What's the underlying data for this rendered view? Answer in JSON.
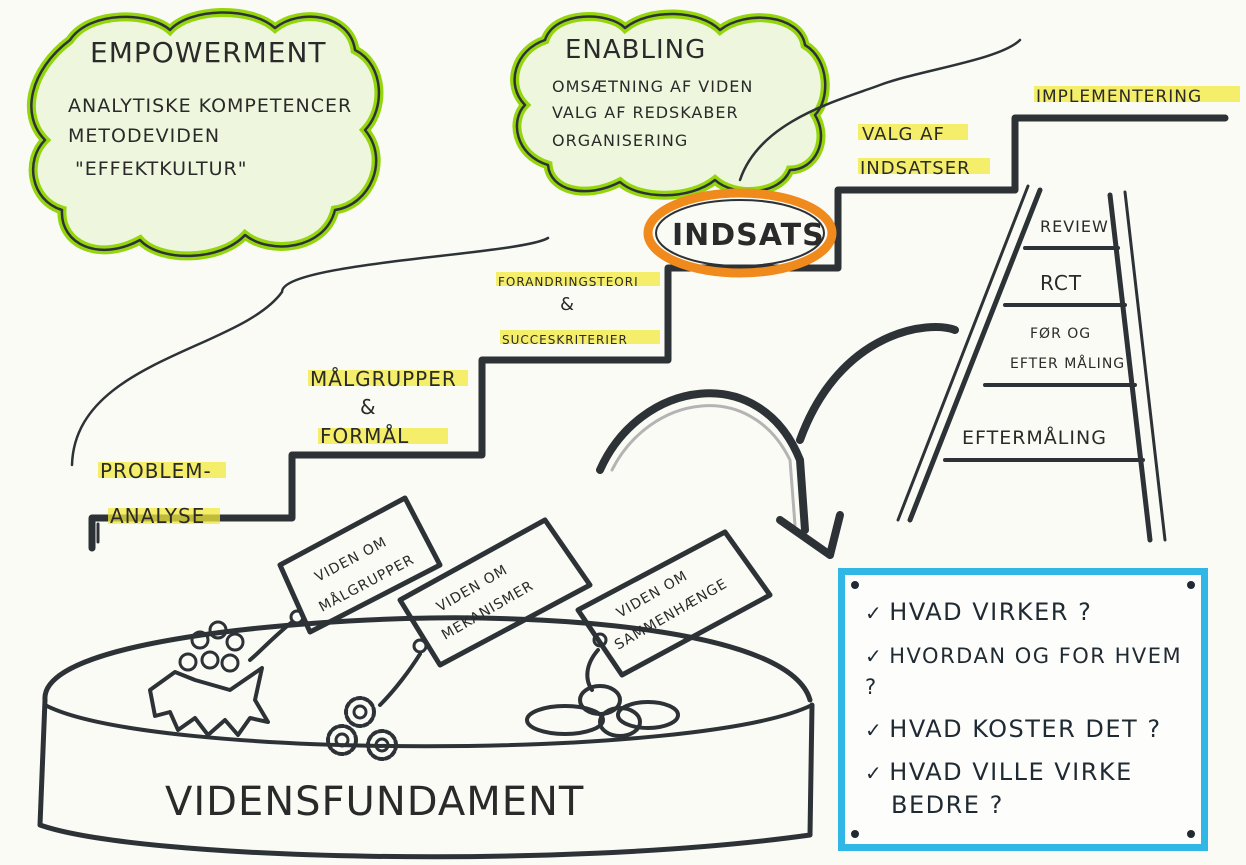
{
  "clouds": {
    "empowerment": {
      "title": "EMPOWERMENT",
      "lines": [
        "ANALYTISKE KOMPETENCER",
        "METODEVIDEN",
        "\"EFFEKTKULTUR\""
      ]
    },
    "enabling": {
      "title": "ENABLING",
      "lines": [
        "OMSÆTNING AF VIDEN",
        "VALG AF REDSKABER",
        "ORGANISERING"
      ]
    }
  },
  "steps": {
    "problem": [
      "PROBLEM-",
      "ANALYSE"
    ],
    "maalgrupper": [
      "MÅLGRUPPER",
      "&",
      "FORMÅL"
    ],
    "forandring": [
      "FORANDRINGSTEORI",
      "&",
      "SUCCESKRITERIER"
    ],
    "valg": [
      "VALG AF",
      "INDSATSER"
    ],
    "implementering": "IMPLEMENTERING"
  },
  "indsats": "INDSATS",
  "ladder": [
    "REVIEW",
    "RCT",
    "FØR OG",
    "EFTER MÅLING",
    "EFTERMÅLING"
  ],
  "tags": {
    "maalgrupper": [
      "VIDEN OM",
      "MÅLGRUPPER"
    ],
    "mekanismer": [
      "VIDEN OM",
      "MEKANISMER"
    ],
    "sammenhaenge": [
      "VIDEN OM",
      "SAMMENHÆNGE"
    ]
  },
  "foundation": "VIDENSFUNDAMENT",
  "questions": [
    "HVAD VIRKER ?",
    "HVORDAN OG FOR HVEM ?",
    "HVAD KOSTER DET ?",
    "HVAD VILLE VIRKE",
    "BEDRE ?"
  ],
  "colors": {
    "cloud": "#8fd400",
    "highlight": "#f2ea3c",
    "indsats": "#f08a1c",
    "frame": "#31b7e6",
    "ink": "#2d3236"
  },
  "icons": {
    "check": "✓"
  }
}
